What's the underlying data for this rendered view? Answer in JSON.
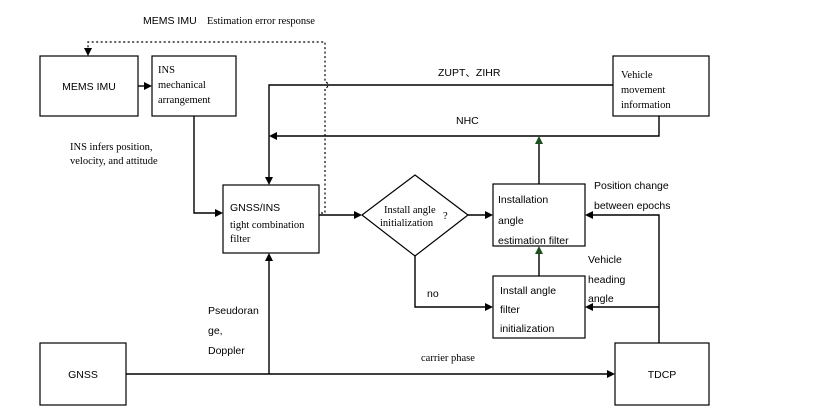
{
  "top_labels": {
    "mems_imu_ref": "MEMS IMU",
    "estimation_error_response": "Estimation error response"
  },
  "boxes": {
    "mems_imu": "MEMS IMU",
    "ins_mech": [
      "INS",
      "mechanical",
      "arrangement"
    ],
    "vehicle_info": [
      "Vehicle",
      "movement",
      "information"
    ],
    "gnss_ins": [
      "GNSS/INS",
      "tight combination",
      "filter"
    ],
    "install_decision": [
      "Install angle",
      "initialization"
    ],
    "install_decision_q": "?",
    "install_est": [
      "Installation",
      "angle",
      "estimation filter"
    ],
    "install_filter_init": [
      "Install angle",
      "filter",
      "initialization"
    ],
    "gnss": "GNSS",
    "tdcp": "TDCP"
  },
  "edge_labels": {
    "zupt_zihr": "ZUPT、ZIHR",
    "nhc": "NHC",
    "ins_infers": [
      "INS infers position,",
      "velocity, and attitude"
    ],
    "position_change": [
      "Position change",
      "between epochs"
    ],
    "vehicle_heading": [
      "Vehicle",
      "heading",
      "angle"
    ],
    "pseudorange": [
      "Pseudoran",
      "ge,",
      "Doppler"
    ],
    "no": "no",
    "carrier_phase": "carrier phase"
  }
}
